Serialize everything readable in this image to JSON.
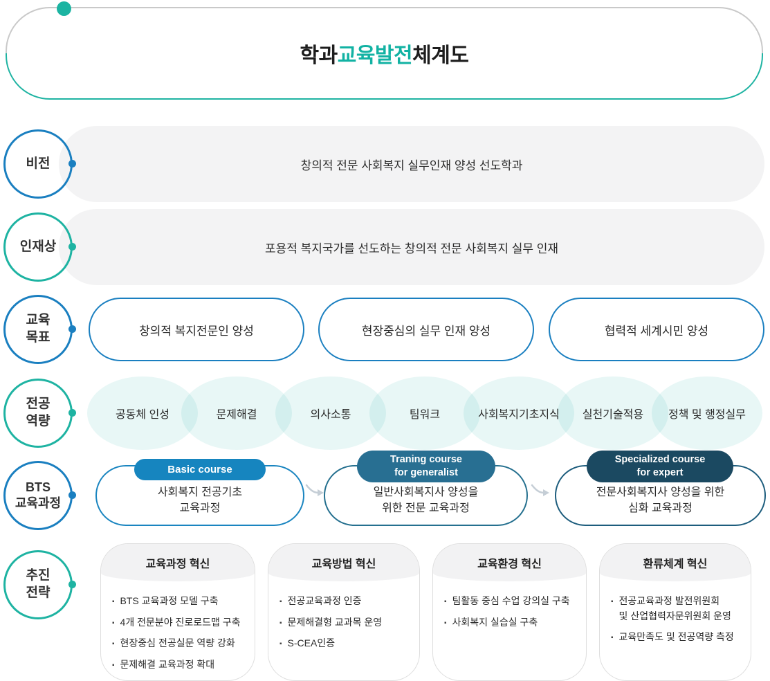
{
  "title": {
    "part1": "학과 ",
    "accent": "교육발전",
    "part2": " 체계도"
  },
  "colors": {
    "blue": "#1a7fc0",
    "teal": "#1eb3a2",
    "title_accent": "#12b2a3",
    "badge_basic": "#1685bf",
    "badge_training": "#286f92",
    "badge_specialized": "#1b4961",
    "bar_gray": "#f3f3f4",
    "bubble_teal": "rgba(30,179,162,0.10)"
  },
  "rows": {
    "vision": {
      "label": "비전",
      "value": "창의적 전문 사회복지 실무인재 양성 선도학과"
    },
    "talent": {
      "label": "인재상",
      "value": "포용적 복지국가를 선도하는 창의적 전문 사회복지 실무 인재"
    },
    "goals": {
      "label": "교육\n목표",
      "items": [
        "창의적 복지전문인 양성",
        "현장중심의 실무 인재 양성",
        "협력적 세계시민 양성"
      ]
    },
    "competencies": {
      "label": "전공\n역량",
      "items": [
        "공동체 인성",
        "문제해결",
        "의사소통",
        "팀워크",
        "사회복지기초지식",
        "실천기술적용",
        "정책 및 행정실무"
      ]
    },
    "curriculum": {
      "label": "BTS\n교육과정",
      "courses": [
        {
          "badge": "Basic course",
          "text": "사회복지 전공기초\n교육과정"
        },
        {
          "badge": "Traning course\nfor generalist",
          "text": "일반사회복지사 양성을\n위한 전문 교육과정"
        },
        {
          "badge": "Specialized course\nfor expert",
          "text": "전문사회복지사 양성을 위한\n심화 교육과정"
        }
      ]
    },
    "strategy": {
      "label": "추진\n전략",
      "cards": [
        {
          "title": "교육과정 혁신",
          "bullets": [
            "BTS 교육과정 모델 구축",
            "4개 전문분야 진로로드맵 구축",
            "현장중심 전공실문 역량 강화",
            "문제해결 교육과정 확대"
          ]
        },
        {
          "title": "교육방법 혁신",
          "bullets": [
            "전공교육과정 인증",
            "문제해결형 교과목 운영",
            "S-CEA인증"
          ]
        },
        {
          "title": "교육환경 혁신",
          "bullets": [
            "팀활동 중심 수업 강의실 구축",
            "사회복지 실습실 구축"
          ]
        },
        {
          "title": "환류체계 혁신",
          "bullets": [
            "전공교육과정 발전위원회\n및 산업협력자문위원회 운영",
            "교육만족도 및 전공역량 측정"
          ]
        }
      ]
    }
  }
}
